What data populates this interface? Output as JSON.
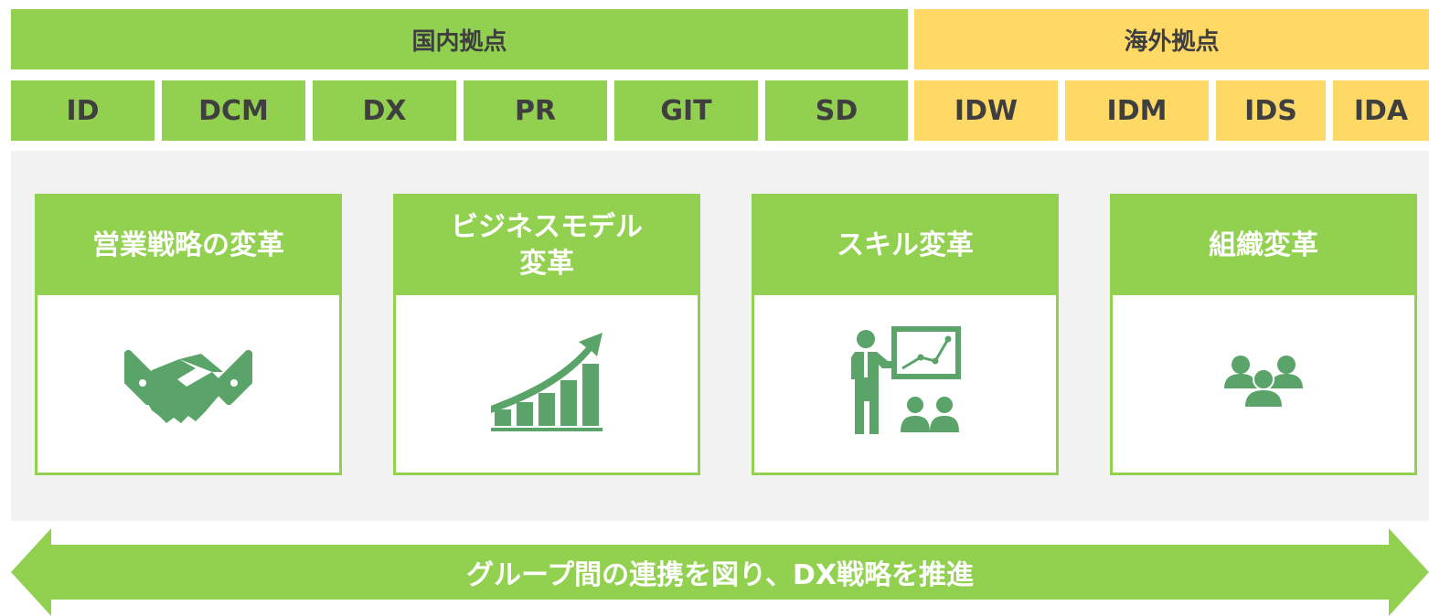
{
  "domestic": {
    "title": "国内拠点",
    "units": [
      "ID",
      "DCM",
      "DX",
      "PR",
      "GIT",
      "SD"
    ]
  },
  "overseas": {
    "title": "海外拠点",
    "units": [
      "IDW",
      "IDM",
      "IDS",
      "IDA"
    ]
  },
  "cards": [
    {
      "line1": "営業戦略の変革",
      "line2": "",
      "icon": "handshake-icon"
    },
    {
      "line1": "ビジネスモデル",
      "line2": "変革",
      "icon": "growth-chart-icon"
    },
    {
      "line1": "スキル変革",
      "line2": "",
      "icon": "presentation-icon"
    },
    {
      "line1": "組織変革",
      "line2": "",
      "icon": "team-icon"
    }
  ],
  "arrow": {
    "text": "グループ間の連携を図り、DX戦略を推進"
  },
  "colors": {
    "green": "#92d050",
    "yellow": "#ffd966",
    "icon_green": "#5aa469",
    "panel_gray": "#f2f2f2",
    "text_dark": "#3f3f3f"
  }
}
